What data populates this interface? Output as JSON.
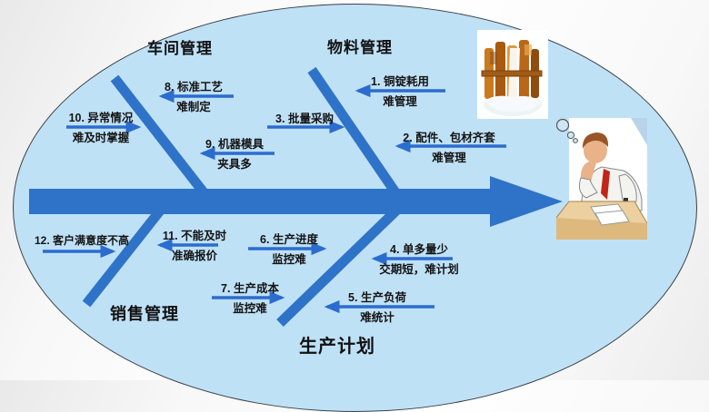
{
  "diagram": {
    "type": "fishbone",
    "colors": {
      "ellipse_fill": "#bfe1f6",
      "bone_blue": "#2e73c8",
      "arrow_blue": "#2b6cce",
      "text": "#141414"
    },
    "categories": [
      {
        "label": "车间管理",
        "position": "top-left"
      },
      {
        "label": "物料管理",
        "position": "top-right"
      },
      {
        "label": "销售管理",
        "position": "bottom-left"
      },
      {
        "label": "生产计划",
        "position": "bottom-right"
      }
    ],
    "factors": [
      {
        "line1": "1. 铜锭耗用",
        "line2": "难管理",
        "arrow_direction": "left"
      },
      {
        "line1": "2. 配件、包材齐套",
        "line2": "难管理",
        "arrow_direction": "left"
      },
      {
        "line1": "3. 批量采购",
        "line2": "",
        "arrow_direction": "right"
      },
      {
        "line1": "4. 单多量少",
        "line2": "交期短，难计划",
        "arrow_direction": "left"
      },
      {
        "line1": "5. 生产负荷",
        "line2": "难统计",
        "arrow_direction": "left"
      },
      {
        "line1": "6. 生产进度",
        "line2": "监控难",
        "arrow_direction": "right"
      },
      {
        "line1": "7. 生产成本",
        "line2": "监控难",
        "arrow_direction": "right"
      },
      {
        "line1": "8. 标准工艺",
        "line2": "难制定",
        "arrow_direction": "left"
      },
      {
        "line1": "9. 机器模具",
        "line2": "夹具多",
        "arrow_direction": "left"
      },
      {
        "line1": "10. 异常情况",
        "line2": "难及时掌握",
        "arrow_direction": "right"
      },
      {
        "line1": "11. 不能及时",
        "line2": "准确报价",
        "arrow_direction": "left"
      },
      {
        "line1": "12. 客户满意度不高",
        "line2": "",
        "arrow_direction": "right"
      }
    ],
    "illustrations": [
      {
        "name": "copper-ingots-clipart"
      },
      {
        "name": "thinking-man-at-desk-clipart"
      }
    ]
  }
}
